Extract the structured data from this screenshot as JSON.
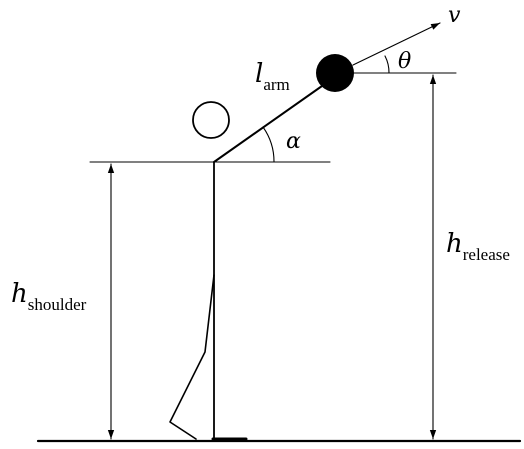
{
  "labels": {
    "velocity": "v",
    "launch_angle": "θ",
    "arm_angle": "α",
    "arm_length_symbol": "l",
    "arm_length_subscript": "arm",
    "release_height_symbol": "h",
    "release_height_subscript": "release",
    "shoulder_height_symbol": "h",
    "shoulder_height_subscript": "shoulder"
  },
  "colors": {
    "line": "#000000",
    "ball": "#000000",
    "background": "#ffffff"
  }
}
